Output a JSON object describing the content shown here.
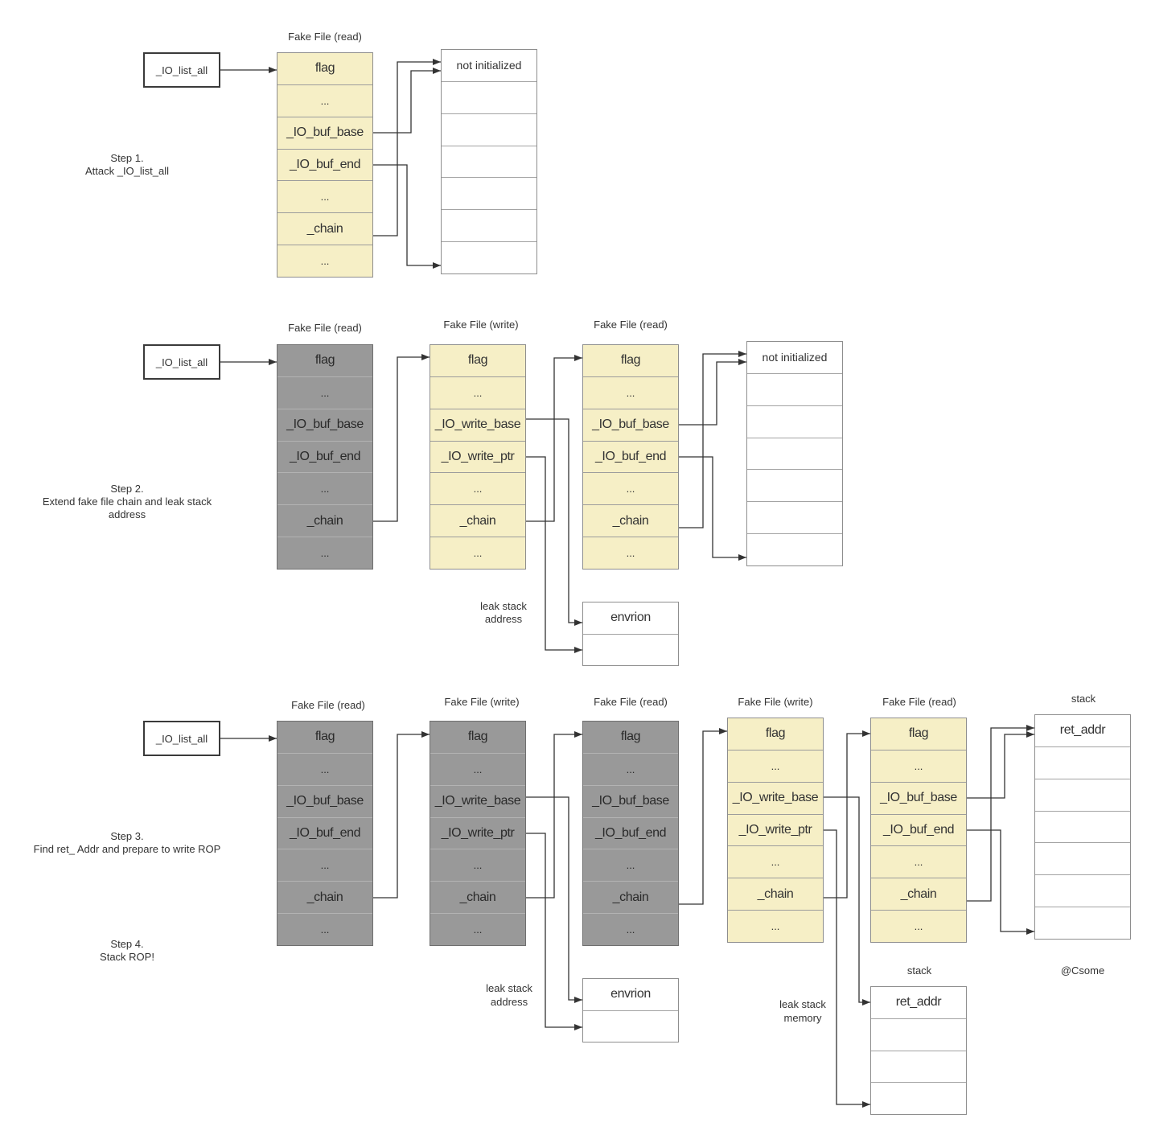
{
  "colors": {
    "active": "#f6efc6",
    "used": "#999999",
    "memory": "#ffffff",
    "line": "#333333"
  },
  "watermark": "@Csome",
  "step1": {
    "caption": [
      "Step 1.",
      "Attack _IO_list_all"
    ],
    "io_list_all": "_IO_list_all",
    "fake_file_read": {
      "title": "Fake File (read)",
      "fields": [
        "flag",
        "...",
        "_IO_buf_base",
        "_IO_buf_end",
        "...",
        "_chain",
        "..."
      ]
    },
    "buffer": {
      "cells": [
        "not initialized",
        "",
        "",
        "",
        "",
        "",
        ""
      ]
    }
  },
  "step2": {
    "caption": [
      "Step 2.",
      "Extend fake file chain and leak stack",
      "address"
    ],
    "io_list_all": "_IO_list_all",
    "fake_file_read": {
      "title": "Fake File (read)",
      "fields": [
        "flag",
        "...",
        "_IO_buf_base",
        "_IO_buf_end",
        "...",
        "_chain",
        "..."
      ]
    },
    "fake_file_write": {
      "title": "Fake File (write)",
      "fields": [
        "flag",
        "...",
        "_IO_write_base",
        "_IO_write_ptr",
        "...",
        "_chain",
        "..."
      ]
    },
    "fake_file_read_2": {
      "title": "Fake File (read)",
      "fields": [
        "flag",
        "...",
        "_IO_buf_base",
        "_IO_buf_end",
        "...",
        "_chain",
        "..."
      ]
    },
    "buffer": {
      "cells": [
        "not initialized",
        "",
        "",
        "",
        "",
        "",
        ""
      ]
    },
    "leak_note": [
      "leak stack",
      "address"
    ],
    "environ": {
      "cells": [
        "envrion",
        ""
      ]
    }
  },
  "step3_4": {
    "captions": [
      [
        "Step 3.",
        "Find ret_ Addr and prepare to write ROP"
      ],
      [
        "Step 4.",
        "Stack ROP!"
      ]
    ],
    "io_list_all": "_IO_list_all",
    "fake_file_read": {
      "title": "Fake File (read)",
      "fields": [
        "flag",
        "...",
        "_IO_buf_base",
        "_IO_buf_end",
        "...",
        "_chain",
        "..."
      ]
    },
    "fake_file_write": {
      "title": "Fake File (write)",
      "fields": [
        "flag",
        "...",
        "_IO_write_base",
        "_IO_write_ptr",
        "...",
        "_chain",
        "..."
      ]
    },
    "fake_file_read_2": {
      "title": "Fake File (read)",
      "fields": [
        "flag",
        "...",
        "_IO_buf_base",
        "_IO_buf_end",
        "...",
        "_chain",
        "..."
      ]
    },
    "fake_file_write_2": {
      "title": "Fake File (write)",
      "fields": [
        "flag",
        "...",
        "_IO_write_base",
        "_IO_write_ptr",
        "...",
        "_chain",
        "..."
      ]
    },
    "fake_file_read_3": {
      "title": "Fake File (read)",
      "fields": [
        "flag",
        "...",
        "_IO_buf_base",
        "_IO_buf_end",
        "...",
        "_chain",
        "..."
      ]
    },
    "stack": {
      "title": "stack",
      "cells": [
        "ret_addr",
        "",
        "",
        "",
        "",
        "",
        ""
      ]
    },
    "environ": {
      "cells": [
        "envrion",
        ""
      ]
    },
    "leak_address_note": [
      "leak stack",
      "address"
    ],
    "leak_memory_note": [
      "leak stack",
      "memory"
    ],
    "leaked_stack": {
      "title": "stack",
      "cells": [
        "ret_addr",
        "",
        "",
        ""
      ]
    }
  }
}
